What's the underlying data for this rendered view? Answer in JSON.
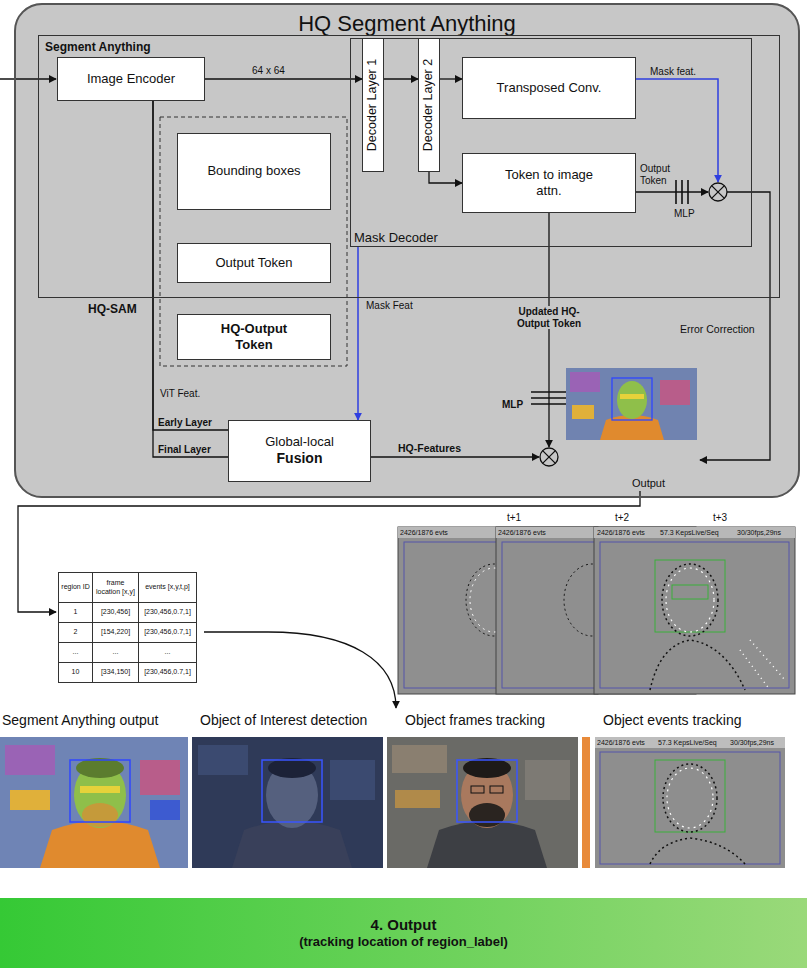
{
  "diagram": {
    "nodes": [
      {
        "text": [
          "HQ Segment Anything"
        ]
      },
      {
        "text": [
          "Segment Anything"
        ],
        "in": 0
      },
      {
        "text": [
          "Image Encoder"
        ],
        "in": 1
      },
      {
        "text": [
          "Mask Decoder"
        ],
        "in": 1
      },
      {
        "text": [
          "Decoder Layer 1"
        ],
        "in": 3
      },
      {
        "text": [
          "Decoder Layer 2"
        ],
        "in": 3
      },
      {
        "text": [
          "Transposed Conv."
        ],
        "in": 3
      },
      {
        "text": [
          "Token to image attn."
        ],
        "in": 3
      },
      {
        "text": [
          "Bounding boxes"
        ],
        "in": 1
      },
      {
        "text": [
          "Output Token"
        ],
        "in": 1
      },
      {
        "text": [
          "HQ-Output Token"
        ],
        "in": 0
      },
      {
        "text": [
          "Global-local",
          "Fusion"
        ],
        "in": 0
      },
      {
        "text": [
          "4. Output",
          "(tracking location of region_label)"
        ]
      }
    ],
    "edges": [
      {
        "from": 2,
        "to": 4,
        "arrow": "to",
        "label": "64 x 64"
      },
      {
        "from": 4,
        "to": 5,
        "arrow": "to"
      },
      {
        "from": 5,
        "to": 6,
        "arrow": "to"
      },
      {
        "from": 5,
        "to": 7,
        "arrow": "to"
      },
      {
        "from": 2,
        "to": 11,
        "arrow": "none",
        "label": "Early Layer"
      },
      {
        "from": 2,
        "to": 11,
        "arrow": "none",
        "label": "Final Layer"
      },
      {
        "from": 3,
        "to": 11,
        "arrow": "to",
        "label": "Mask Feat"
      }
    ],
    "labels": [
      "HQ-SAM",
      "Mask feat.",
      "Output Token",
      "MLP",
      "Updated HQ-Output Token",
      "MLP",
      "Error Correction",
      "ViT Feat.",
      "HQ-Features",
      "Output",
      "t+1",
      "t+2",
      "t+3",
      "2426/1876 evts",
      "2426/1876 evts",
      "2426/1876 evts",
      "57.3 KepsLive/Seq",
      "30/30fps,29ns",
      "region ID",
      "frame location [x,y]",
      "events [x,y,t,p]",
      "1",
      "[230,456]",
      "[230,456,0.7,1]",
      "2",
      "[154,220]",
      "[230,456,0.7,1]",
      "...",
      "...",
      "...",
      "10",
      "[334,150]",
      "[230,456,0.7,1]",
      "Segment Anything output",
      "Object of Interest detection",
      "Object frames tracking",
      "Object events tracking",
      "2426/1876 evts",
      "57.3 KepsLive/Seq",
      "30/30fps,29ns"
    ]
  }
}
